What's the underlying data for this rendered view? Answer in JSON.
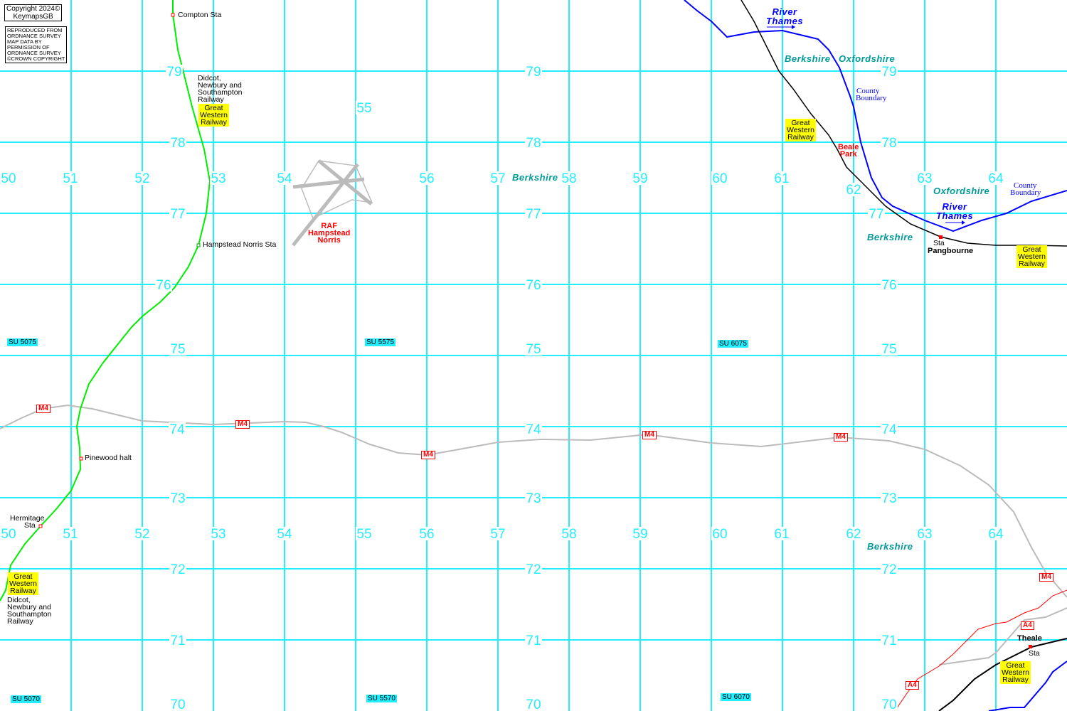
{
  "copyright": {
    "line1": "Copyright 2024©",
    "line2": "KeymapsGB"
  },
  "os_notice": [
    "REPRODUCED FROM",
    "ORDNANCE SURVEY",
    "MAP DATA BY",
    "PERMISSION OF",
    "ORDNANCE SURVEY",
    "©CROWN COPYRIGHT"
  ],
  "grid": {
    "eastings": [
      "50",
      "51",
      "52",
      "53",
      "54",
      "55",
      "56",
      "57",
      "58",
      "59",
      "60",
      "61",
      "62",
      "63",
      "64"
    ],
    "northings": [
      "79",
      "78",
      "77",
      "76",
      "75",
      "74",
      "73",
      "72",
      "71",
      "70"
    ],
    "refs": [
      "SU 5075",
      "SU 5575",
      "SU 6075",
      "SU 5070",
      "SU 5570",
      "SU 6070"
    ]
  },
  "stations": {
    "compton": "Compton Sta",
    "hampstead": "Hampstead Norris Sta",
    "pinewood": "Pinewood halt",
    "hermitage1": "Hermitage",
    "hermitage2": "Sta",
    "pang_sta": "Sta",
    "pangbourne": "Pangbourne",
    "theale": "Theale",
    "theale_sta": "Sta"
  },
  "railways": {
    "dns": [
      "Didcot,",
      "Newbury and",
      "Southampton",
      "Railway"
    ],
    "gwr": [
      "Great",
      "Western",
      "Railway"
    ]
  },
  "counties": {
    "berkshire": "Berkshire",
    "oxfordshire": "Oxfordshire"
  },
  "river": [
    "River",
    "Thames"
  ],
  "county_boundary": [
    "County",
    "Boundary"
  ],
  "places": {
    "beale": [
      "Beale",
      "Park"
    ],
    "raf": [
      "RAF",
      "Hampstead",
      "Norris"
    ]
  },
  "roads": {
    "m4": "M4",
    "a4": "A4"
  },
  "colors": {
    "grid": "#22eeff",
    "river": "#0000ff",
    "railway_green": "#00ee00",
    "road": "#bbbbbb",
    "label_bg": "#ffff00"
  }
}
